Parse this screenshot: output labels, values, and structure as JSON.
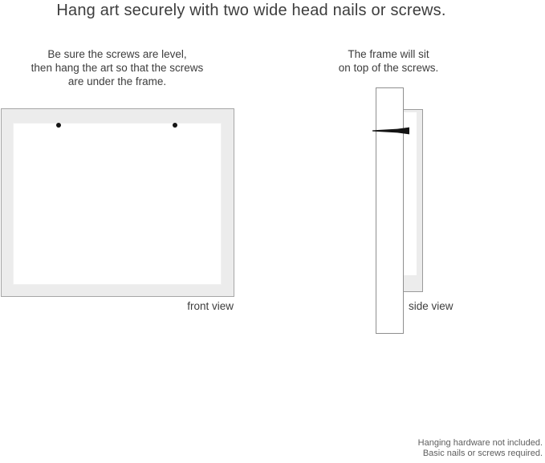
{
  "title": "Hang art securely with two wide head nails or screws.",
  "instructions": {
    "front_text": "Be sure the screws are level,\nthen hang the art so that the screws\nare under the frame.",
    "side_text": "The frame will sit\non top of the screws."
  },
  "labels": {
    "front": "front view",
    "side": "side view"
  },
  "footer": {
    "text": "Hanging hardware not included.\nBasic nails or screws required."
  },
  "graphics": {
    "front_view": {
      "nail_dots": 2,
      "dot_icon": "filled-circle-nail-head"
    },
    "side_view": {
      "nail_icon": "nail-pointing-right"
    },
    "colors": {
      "frame_fill": "#ececec",
      "frame_border": "#a6a6a6",
      "wall_border": "#8f8f8f",
      "nail": "#141414",
      "text": "#3d3d3d",
      "footer_text": "#5e5e5e"
    }
  }
}
